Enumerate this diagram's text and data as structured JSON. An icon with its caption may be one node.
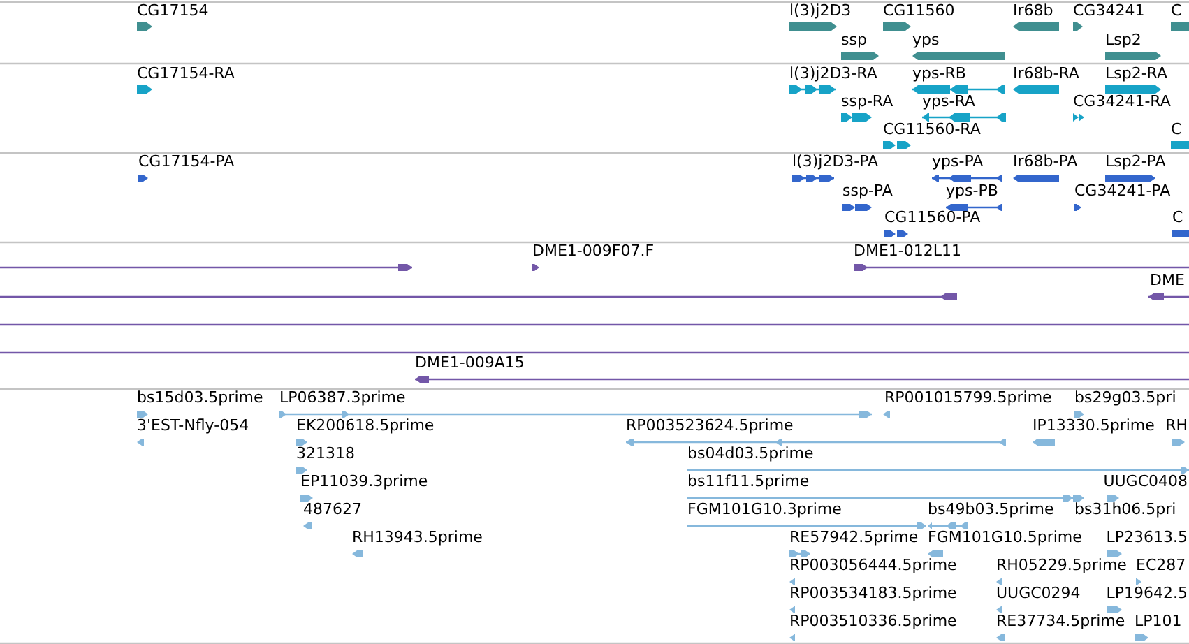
{
  "diagram": {
    "nodes": [
      {
        "text": [
          "CG17154"
        ]
      },
      {
        "text": [
          "l(3)j2D3"
        ]
      },
      {
        "text": [
          "CG11560"
        ]
      },
      {
        "text": [
          "Ir68b"
        ]
      },
      {
        "text": [
          "CG34241"
        ]
      },
      {
        "text": [
          "C"
        ]
      },
      {
        "text": [
          "ssp"
        ]
      },
      {
        "text": [
          "yps"
        ]
      },
      {
        "text": [
          "Lsp2"
        ]
      },
      {
        "text": [
          "CG17154-RA"
        ]
      },
      {
        "text": [
          "l(3)j2D3-RA"
        ]
      },
      {
        "text": [
          "yps-RB"
        ]
      },
      {
        "text": [
          "Ir68b-RA"
        ]
      },
      {
        "text": [
          "Lsp2-RA"
        ]
      },
      {
        "text": [
          "ssp-RA"
        ]
      },
      {
        "text": [
          "yps-RA"
        ]
      },
      {
        "text": [
          "CG34241-RA"
        ]
      },
      {
        "text": [
          "CG11560-RA"
        ]
      },
      {
        "text": [
          "C"
        ]
      },
      {
        "text": [
          "CG17154-PA"
        ]
      },
      {
        "text": [
          "l(3)j2D3-PA"
        ]
      },
      {
        "text": [
          "yps-PA"
        ]
      },
      {
        "text": [
          "Ir68b-PA"
        ]
      },
      {
        "text": [
          "Lsp2-PA"
        ]
      },
      {
        "text": [
          "ssp-PA"
        ]
      },
      {
        "text": [
          "yps-PB"
        ]
      },
      {
        "text": [
          "CG34241-PA"
        ]
      },
      {
        "text": [
          "CG11560-PA"
        ]
      },
      {
        "text": [
          "C"
        ]
      },
      {
        "text": [],
        "shape": "bar"
      },
      {
        "text": [
          "DME1-009F07.F"
        ]
      },
      {
        "text": [
          "DME1-012L11"
        ]
      },
      {
        "text": [],
        "shape": "bar"
      },
      {
        "text": [
          "DME"
        ]
      },
      {
        "text": [],
        "shape": "bar"
      },
      {
        "text": [],
        "shape": "bar"
      },
      {
        "text": [
          "DME1-009A15"
        ]
      },
      {
        "text": [
          "bs15d03.5prime"
        ]
      },
      {
        "text": [
          "LP06387.3prime"
        ]
      },
      {
        "text": [
          "RP001015799.5prime"
        ]
      },
      {
        "text": [
          "bs29g03.5pri"
        ]
      },
      {
        "text": [
          "3'EST-Nfly-054"
        ]
      },
      {
        "text": [
          "EK200618.5prime"
        ]
      },
      {
        "text": [
          "RP003523624.5prime"
        ]
      },
      {
        "text": [
          "IP13330.5prime"
        ]
      },
      {
        "text": [
          "RH"
        ]
      },
      {
        "text": [
          "321318"
        ]
      },
      {
        "text": [
          "bs04d03.5prime"
        ]
      },
      {
        "text": [
          "EP11039.3prime"
        ]
      },
      {
        "text": [
          "bs11f11.5prime"
        ]
      },
      {
        "text": [
          "UUGC0408"
        ]
      },
      {
        "text": [
          "487627"
        ]
      },
      {
        "text": [
          "FGM101G10.3prime"
        ]
      },
      {
        "text": [
          "bs49b03.5prime"
        ]
      },
      {
        "text": [
          "bs31h06.5pri"
        ]
      },
      {
        "text": [
          "RH13943.5prime"
        ]
      },
      {
        "text": [
          "RE57942.5prime"
        ]
      },
      {
        "text": [
          "FGM101G10.5prime"
        ]
      },
      {
        "text": [
          "LP23613.5"
        ]
      },
      {
        "text": [
          "RP003056444.5prime"
        ]
      },
      {
        "text": [
          "RH05229.5prime"
        ]
      },
      {
        "text": [
          "EC287"
        ]
      },
      {
        "text": [
          "RP003534183.5prime"
        ]
      },
      {
        "text": [
          "UUGC0294"
        ]
      },
      {
        "text": [
          "LP19642.5"
        ]
      },
      {
        "text": [
          "RP003510336.5prime"
        ]
      },
      {
        "text": [
          "RE37734.5prime"
        ]
      },
      {
        "text": [
          "LP101"
        ]
      }
    ]
  }
}
